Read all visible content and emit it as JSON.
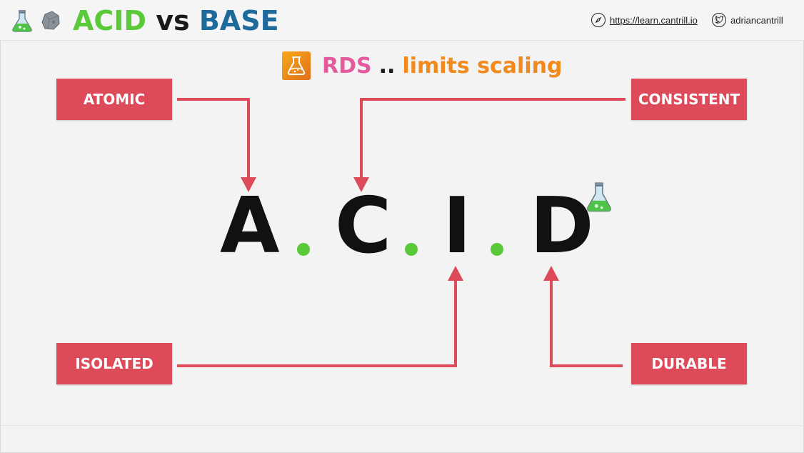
{
  "header": {
    "title_acid": "ACID",
    "title_vs": "vs",
    "title_base": "BASE",
    "left_icons": [
      "flask-icon",
      "rock-icon"
    ],
    "website_url": "https://learn.cantrill.io",
    "twitter_handle": "adriancantrill"
  },
  "subtitle": {
    "rds": "RDS",
    "separator": "..",
    "limits": "limits scaling"
  },
  "properties": {
    "atomic": "ATOMIC",
    "consistent": "CONSISTENT",
    "isolated": "ISOLATED",
    "durable": "DURABLE"
  },
  "acronym": {
    "letters": [
      "A",
      "C",
      "I",
      "D"
    ],
    "dot_color": "#5ac93a"
  },
  "colors": {
    "box": "#dd4a5a",
    "arrow": "#dd4a5a",
    "acid_green": "#5ac93a",
    "base_blue": "#1e6a9a",
    "rds_pink": "#e35a9f",
    "limits_orange": "#f08a1c"
  }
}
